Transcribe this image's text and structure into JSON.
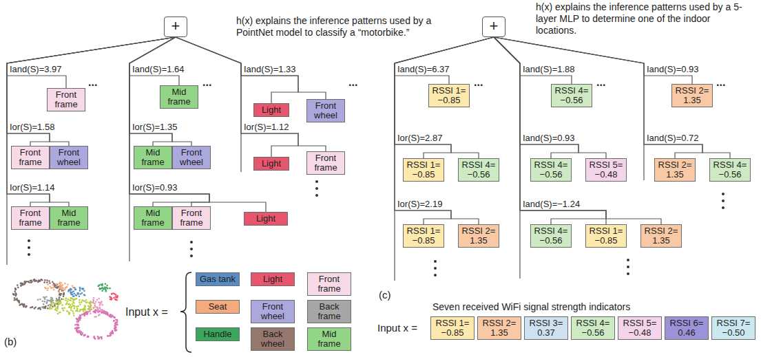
{
  "diagram": {
    "nodes": [
      {
        "text": [
          "+"
        ]
      },
      {
        "text": [
          "Front frame"
        ]
      },
      {
        "text": [
          "Front frame"
        ]
      },
      {
        "text": [
          "Front wheel"
        ]
      },
      {
        "text": [
          "Front frame"
        ]
      },
      {
        "text": [
          "Mid frame"
        ]
      },
      {
        "text": [
          "Mid frame"
        ]
      },
      {
        "text": [
          "Mid frame"
        ]
      },
      {
        "text": [
          "Front wheel"
        ]
      },
      {
        "text": [
          "Mid frame"
        ]
      },
      {
        "text": [
          "Front frame"
        ]
      },
      {
        "text": [
          "Light"
        ]
      },
      {
        "text": [
          "Light"
        ]
      },
      {
        "text": [
          "Front wheel"
        ]
      },
      {
        "text": [
          "Light"
        ]
      },
      {
        "text": [
          "Front frame"
        ]
      },
      {
        "text": [
          "Gas tank"
        ]
      },
      {
        "text": [
          "Light"
        ]
      },
      {
        "text": [
          "Front frame"
        ]
      },
      {
        "text": [
          "Seat"
        ]
      },
      {
        "text": [
          "Front wheel"
        ]
      },
      {
        "text": [
          "Back frame"
        ]
      },
      {
        "text": [
          "Handle"
        ]
      },
      {
        "text": [
          "Back wheel"
        ]
      },
      {
        "text": [
          "Mid frame"
        ]
      },
      {
        "text": [
          "+"
        ]
      },
      {
        "text": [
          "RSSI 1=−0.85"
        ]
      },
      {
        "text": [
          "RSSI 1=−0.85"
        ]
      },
      {
        "text": [
          "RSSI 4=−0.56"
        ]
      },
      {
        "text": [
          "RSSI 1=−0.85"
        ]
      },
      {
        "text": [
          "RSSI 2=1.35"
        ]
      },
      {
        "text": [
          "RSSI 4=−0.56"
        ]
      },
      {
        "text": [
          "RSSI 4=−0.56"
        ]
      },
      {
        "text": [
          "RSSI 5=−0.48"
        ]
      },
      {
        "text": [
          "RSSI 4=−0.56"
        ]
      },
      {
        "text": [
          "RSSI 1=−0.85"
        ]
      },
      {
        "text": [
          "RSSI 2=1.35"
        ]
      },
      {
        "text": [
          "RSSI 2=1.35"
        ]
      },
      {
        "text": [
          "RSSI 2=1.35"
        ]
      },
      {
        "text": [
          "RSSI 4=−0.56"
        ]
      },
      {
        "text": [
          "RSSI 1=−0.85"
        ]
      },
      {
        "text": [
          "RSSI 2=1.35"
        ]
      },
      {
        "text": [
          "RSSI 3=0.37"
        ]
      },
      {
        "text": [
          "RSSI 4=−0.56"
        ]
      },
      {
        "text": [
          "RSSI 5=−0.48"
        ]
      },
      {
        "text": [
          "RSSI 6=0.46"
        ]
      },
      {
        "text": [
          "RSSI 7=−0.50"
        ]
      }
    ],
    "edges": [
      {
        "from": 0,
        "to": 1,
        "arrow": "none",
        "label": "Iand(S)=3.97"
      },
      {
        "from": 0,
        "to": 2,
        "arrow": "none",
        "label": "Ior(S)=1.58"
      },
      {
        "from": 0,
        "to": 3,
        "arrow": "none"
      },
      {
        "from": 0,
        "to": 4,
        "arrow": "none",
        "label": "Ior(S)=1.14"
      },
      {
        "from": 0,
        "to": 5,
        "arrow": "none"
      },
      {
        "from": 0,
        "to": 6,
        "arrow": "none",
        "label": "Iand(S)=1.64"
      },
      {
        "from": 0,
        "to": 7,
        "arrow": "none",
        "label": "Ior(S)=1.35"
      },
      {
        "from": 0,
        "to": 8,
        "arrow": "none"
      },
      {
        "from": 0,
        "to": 9,
        "arrow": "none",
        "label": "Ior(S)=0.93"
      },
      {
        "from": 0,
        "to": 10,
        "arrow": "none"
      },
      {
        "from": 0,
        "to": 11,
        "arrow": "none"
      },
      {
        "from": 0,
        "to": 12,
        "arrow": "none",
        "label": "Iand(S)=1.33"
      },
      {
        "from": 0,
        "to": 13,
        "arrow": "none"
      },
      {
        "from": 0,
        "to": 14,
        "arrow": "none",
        "label": "Ior(S)=1.12"
      },
      {
        "from": 0,
        "to": 15,
        "arrow": "none"
      },
      {
        "from": 25,
        "to": 26,
        "arrow": "none",
        "label": "Iand(S)=6.37"
      },
      {
        "from": 25,
        "to": 27,
        "arrow": "none",
        "label": "Ior(S)=2.87"
      },
      {
        "from": 25,
        "to": 28,
        "arrow": "none"
      },
      {
        "from": 25,
        "to": 29,
        "arrow": "none",
        "label": "Ior(S)=2.19"
      },
      {
        "from": 25,
        "to": 30,
        "arrow": "none"
      },
      {
        "from": 25,
        "to": 31,
        "arrow": "none",
        "label": "Iand(S)=1.88"
      },
      {
        "from": 25,
        "to": 32,
        "arrow": "none",
        "label": "Iand(S)=0.93"
      },
      {
        "from": 25,
        "to": 33,
        "arrow": "none"
      },
      {
        "from": 25,
        "to": 34,
        "arrow": "none",
        "label": "Iand(S)=−1.24"
      },
      {
        "from": 25,
        "to": 35,
        "arrow": "none"
      },
      {
        "from": 25,
        "to": 36,
        "arrow": "none"
      },
      {
        "from": 25,
        "to": 37,
        "arrow": "none",
        "label": "Iand(S)=0.93"
      },
      {
        "from": 25,
        "to": 38,
        "arrow": "none",
        "label": "Iand(S)=0.72"
      },
      {
        "from": 25,
        "to": 39,
        "arrow": "none"
      }
    ],
    "labels": [
      "h(x) explains the inference patterns used by a PointNet model to classify a “motorbike.”",
      "...",
      "...",
      "...",
      "(b)",
      "Input x =",
      "h(x) explains the inference patterns used by a 5-layer MLP to determine one of the indoor locations.",
      "...",
      "...",
      "...",
      "(c)",
      "Seven received WiFi signal strength indicators",
      "Input x ="
    ]
  }
}
